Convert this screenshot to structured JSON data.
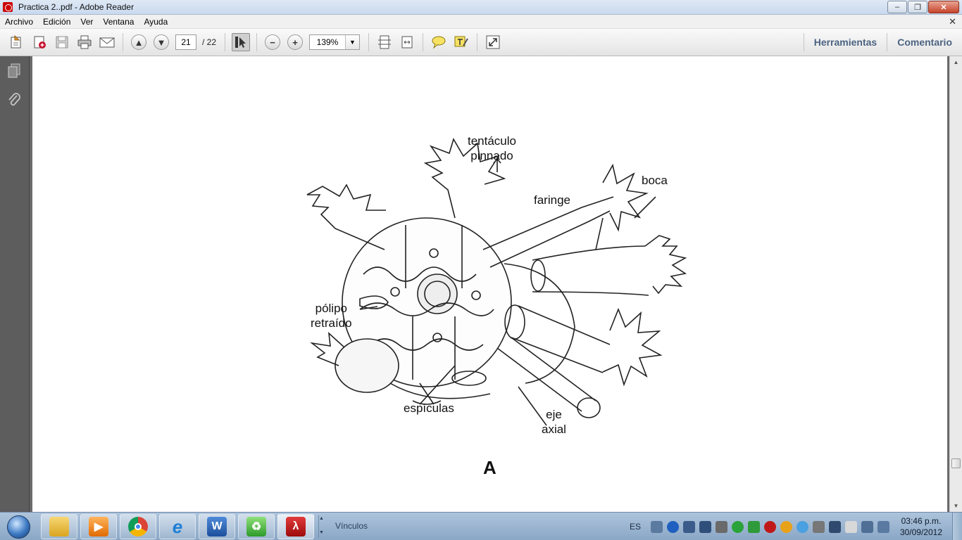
{
  "window": {
    "title": "Practica 2..pdf - Adobe Reader",
    "controls": {
      "minimize": "–",
      "maximize": "❐",
      "close": "✕"
    }
  },
  "menu": {
    "items": [
      "Archivo",
      "Edición",
      "Ver",
      "Ventana",
      "Ayuda"
    ],
    "close": "✕"
  },
  "toolbar": {
    "page_current": "21",
    "page_total": "/ 22",
    "zoom": "139%",
    "tools_link": "Herramientas",
    "comment_link": "Comentario"
  },
  "document": {
    "labels": {
      "tentaculo": "tentáculo\npinnado",
      "boca": "boca",
      "faringe": "faringe",
      "polipo": "pólipo\nretraído",
      "espiculas": "espículas",
      "eje": "eje\naxial"
    },
    "figure_letter": "A"
  },
  "taskbar": {
    "links_label": "Vínculos",
    "language": "ES",
    "time": "03:46 p.m.",
    "date": "30/09/2012"
  }
}
